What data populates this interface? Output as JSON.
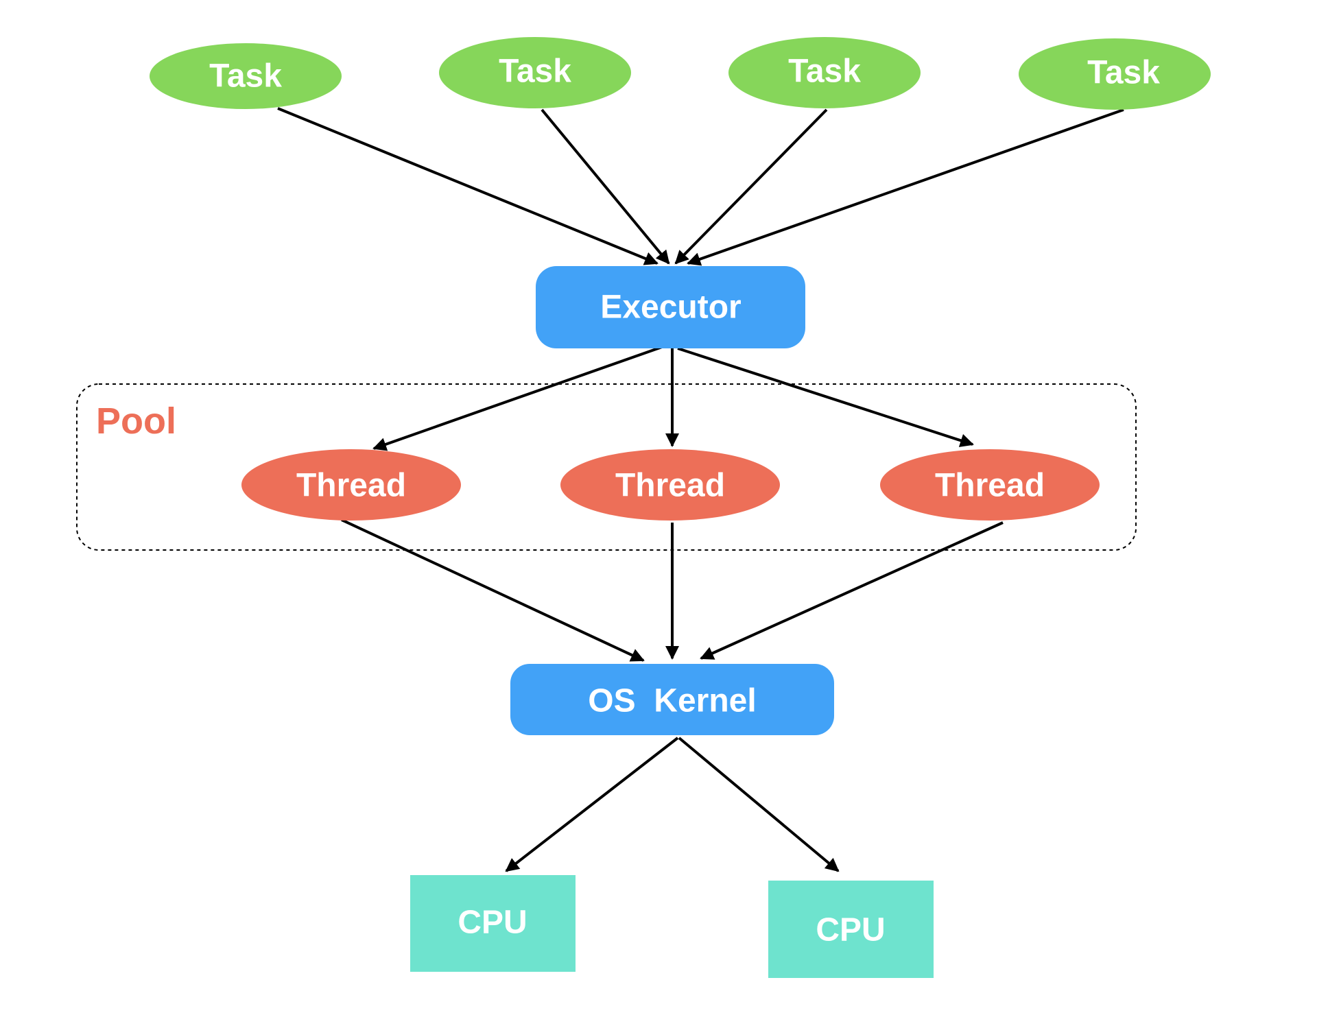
{
  "colors": {
    "task": "#86d65a",
    "thread": "#ed6f58",
    "box": "#42a2f7",
    "cpu": "#6ee3ce",
    "pool_label": "#ed6f58",
    "edge": "#000000",
    "text": "#ffffff"
  },
  "tasks": [
    {
      "label": "Task"
    },
    {
      "label": "Task"
    },
    {
      "label": "Task"
    },
    {
      "label": "Task"
    }
  ],
  "executor": {
    "label": "Executor"
  },
  "pool": {
    "label": "Pool"
  },
  "threads": [
    {
      "label": "Thread"
    },
    {
      "label": "Thread"
    },
    {
      "label": "Thread"
    }
  ],
  "kernel": {
    "label": "OS  Kernel"
  },
  "cpus": [
    {
      "label": "CPU"
    },
    {
      "label": "CPU"
    }
  ]
}
